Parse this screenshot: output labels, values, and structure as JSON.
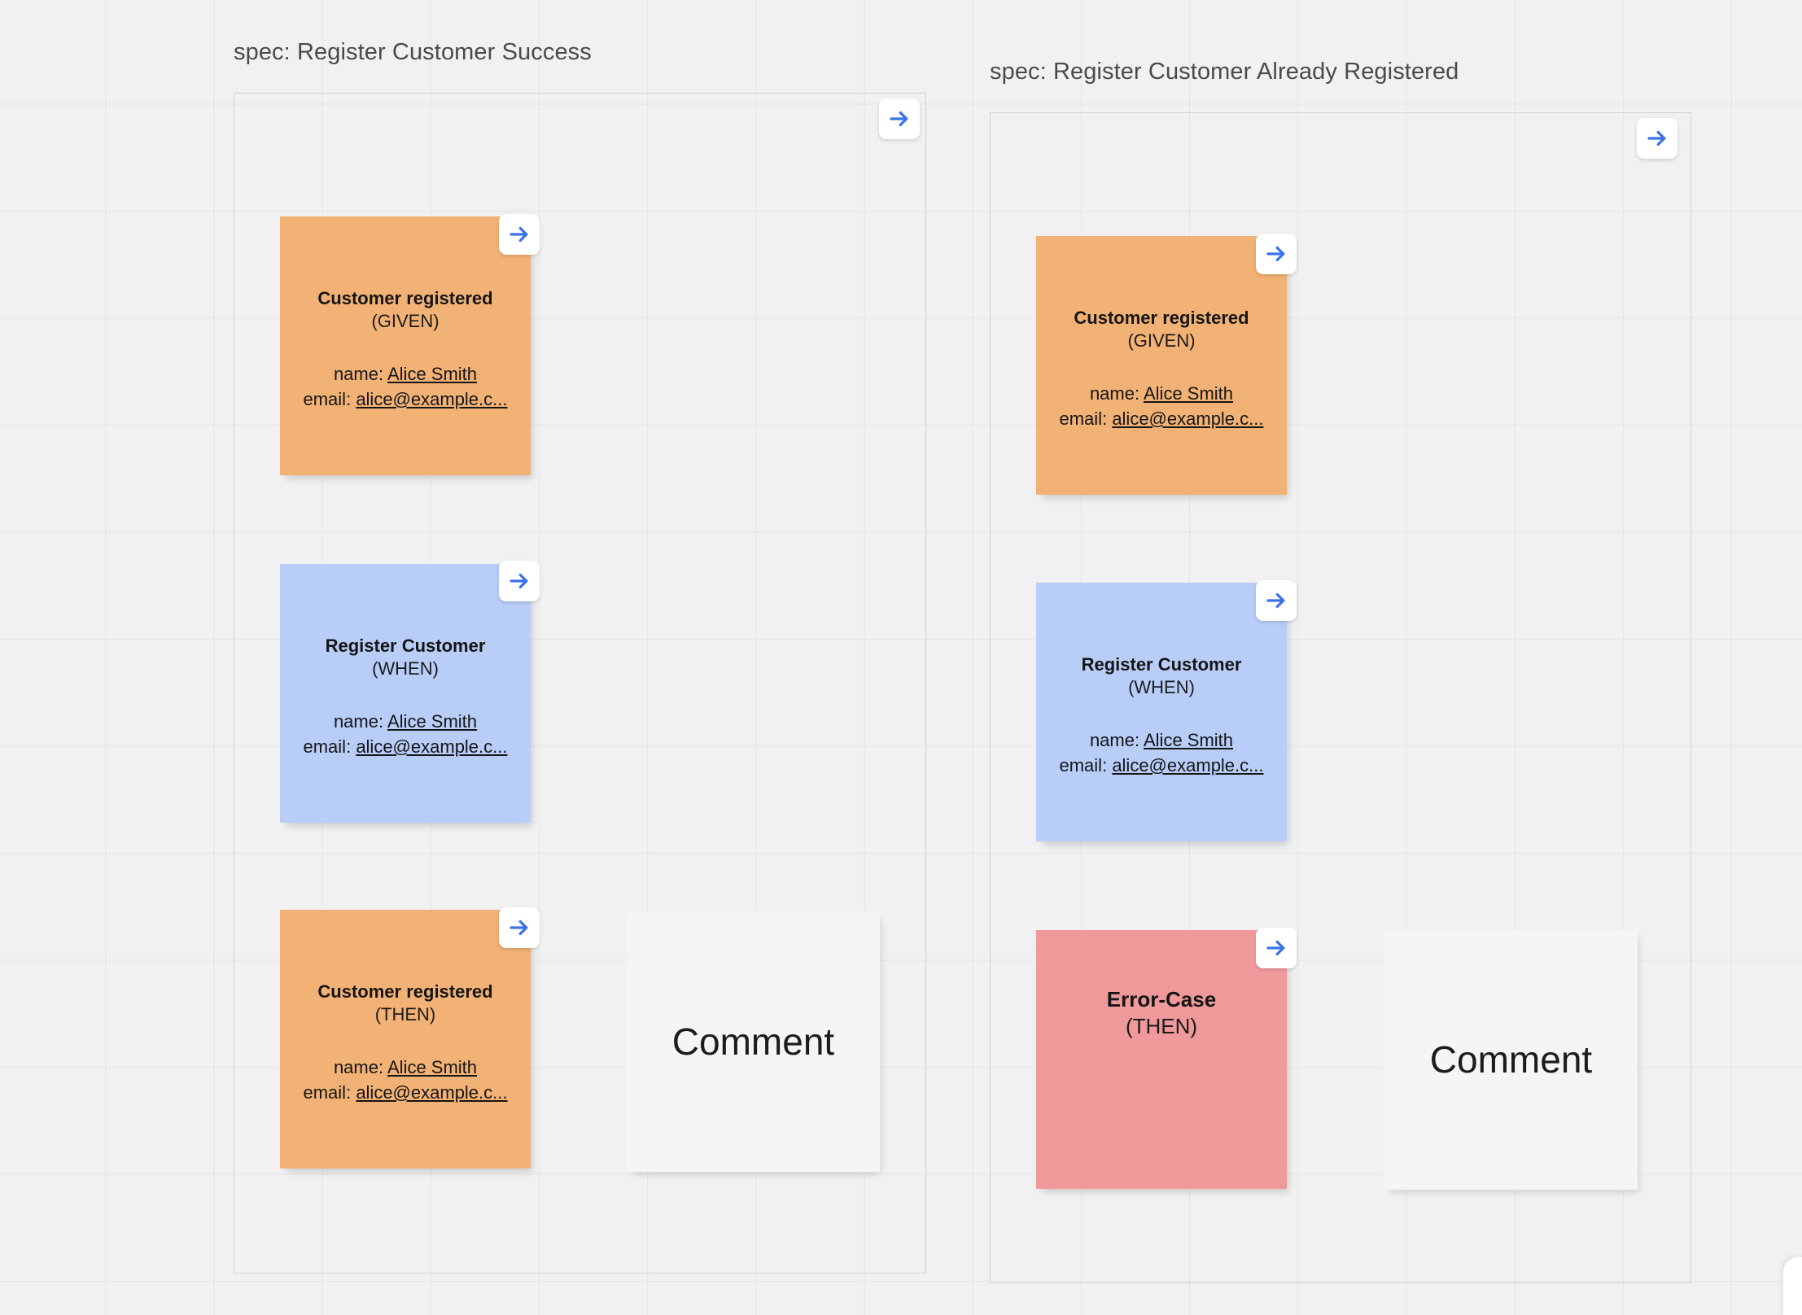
{
  "canvas": {
    "background_color": "#f1f1f1",
    "grid_color": "#e4e4e4",
    "arrow_icon_color": "#3b72e8"
  },
  "groups": [
    {
      "id": "spec-register-customer-success",
      "title": "spec: Register Customer Success",
      "arrow_icon": "arrow-right-icon"
    },
    {
      "id": "spec-register-customer-already-registered",
      "title": "spec: Register Customer Already Registered",
      "arrow_icon": "arrow-right-icon"
    }
  ],
  "cards": {
    "left": [
      {
        "title": "Customer registered",
        "kind": "(GIVEN)",
        "color": "#f2b275",
        "fields": [
          {
            "label": "name:",
            "value": "Alice Smith"
          },
          {
            "label": "email:",
            "value": "alice@example.c..."
          }
        ],
        "arrow_icon": "arrow-right-icon"
      },
      {
        "title": "Register Customer",
        "kind": "(WHEN)",
        "color": "#b8cdf8",
        "fields": [
          {
            "label": "name:",
            "value": "Alice Smith"
          },
          {
            "label": "email:",
            "value": "alice@example.c..."
          }
        ],
        "arrow_icon": "arrow-right-icon"
      },
      {
        "title": "Customer registered",
        "kind": "(THEN)",
        "color": "#f2b275",
        "fields": [
          {
            "label": "name:",
            "value": "Alice Smith"
          },
          {
            "label": "email:",
            "value": "alice@example.c..."
          }
        ],
        "arrow_icon": "arrow-right-icon"
      }
    ],
    "right": [
      {
        "title": "Customer registered",
        "kind": "(GIVEN)",
        "color": "#f2b275",
        "fields": [
          {
            "label": "name:",
            "value": "Alice Smith"
          },
          {
            "label": "email:",
            "value": "alice@example.c..."
          }
        ],
        "arrow_icon": "arrow-right-icon"
      },
      {
        "title": "Register Customer",
        "kind": "(WHEN)",
        "color": "#b8cdf8",
        "fields": [
          {
            "label": "name:",
            "value": "Alice Smith"
          },
          {
            "label": "email:",
            "value": "alice@example.c..."
          }
        ],
        "arrow_icon": "arrow-right-icon"
      },
      {
        "title": "Error-Case",
        "kind": "(THEN)",
        "color": "#f0999b",
        "fields": [],
        "arrow_icon": "arrow-right-icon"
      }
    ]
  },
  "comments": [
    {
      "id": "comment-left",
      "text": "Comment"
    },
    {
      "id": "comment-right",
      "text": "Comment"
    }
  ]
}
